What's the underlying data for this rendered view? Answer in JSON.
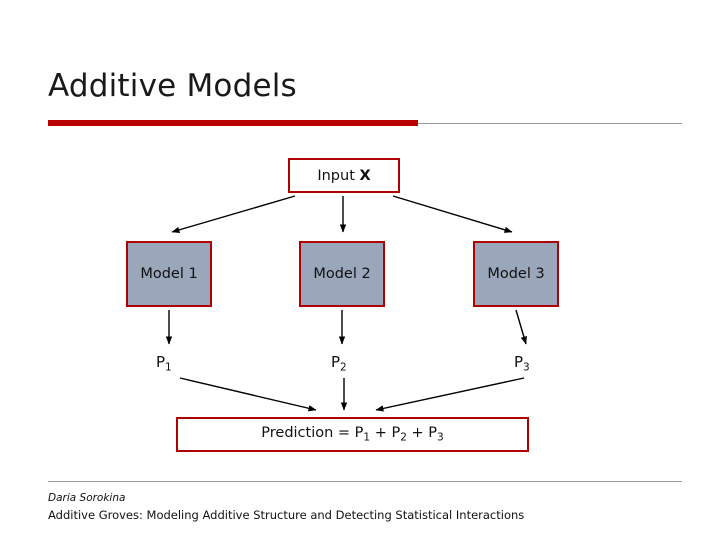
{
  "slide": {
    "title": "Additive Models",
    "accent_color": "#bb0000",
    "box_fill": "#9aa7bb",
    "box_border": "#b00000"
  },
  "diagram": {
    "input": {
      "label_prefix": "Input ",
      "label_var": "X"
    },
    "models": [
      {
        "label": "Model 1"
      },
      {
        "label": "Model 2"
      },
      {
        "label": "Model 3"
      }
    ],
    "predictions": [
      {
        "base": "P",
        "sub": "1"
      },
      {
        "base": "P",
        "sub": "2"
      },
      {
        "base": "P",
        "sub": "3"
      }
    ],
    "result": {
      "prefix": "Prediction = P",
      "sub1": "1",
      "mid1": " + P",
      "sub2": "2",
      "mid2": " + P",
      "sub3": "3"
    }
  },
  "footer": {
    "author": "Daria Sorokina",
    "text": "Additive Groves: Modeling Additive Structure and Detecting Statistical Interactions"
  }
}
